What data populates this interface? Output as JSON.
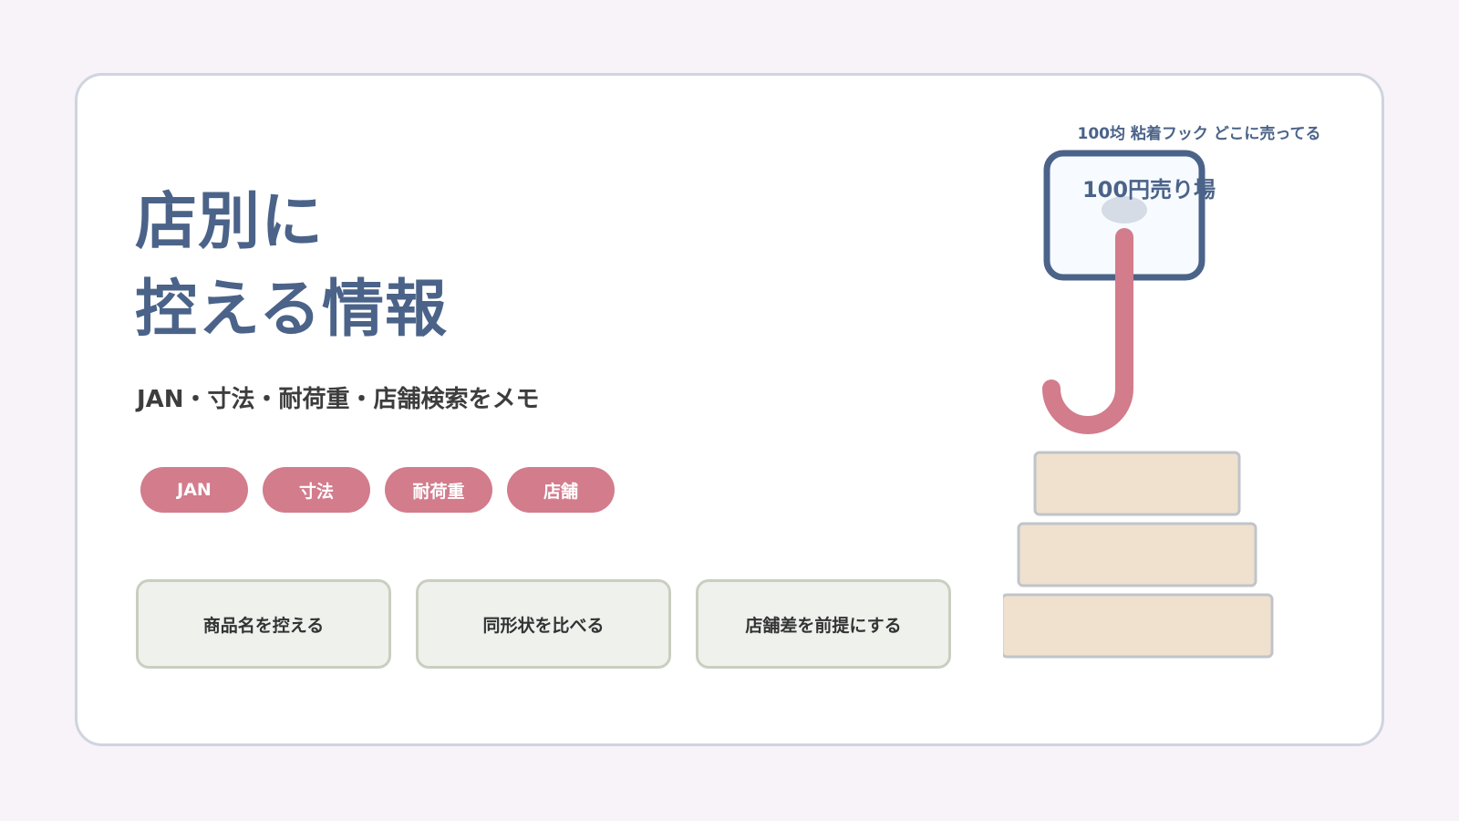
{
  "title": {
    "line1": "店別に",
    "line2": "控える情報"
  },
  "subtitle": "JAN・寸法・耐荷重・店舗検索をメモ",
  "tags": [
    "JAN",
    "寸法",
    "耐荷重",
    "店舗"
  ],
  "actions": [
    "商品名を控える",
    "同形状を比べる",
    "店舗差を前提にする"
  ],
  "illustration": {
    "caption": "100均 粘着フック どこに売ってる",
    "sign_label": "100円売り場",
    "icon": "adhesive-hook-with-stacked-boxes"
  },
  "colors": {
    "background": "#f7f3f9",
    "title": "#4b6389",
    "tag": "#d27c8c",
    "hook": "#d27c8c",
    "button_bg": "#eff1ed",
    "box_fill": "#efe1ce"
  }
}
